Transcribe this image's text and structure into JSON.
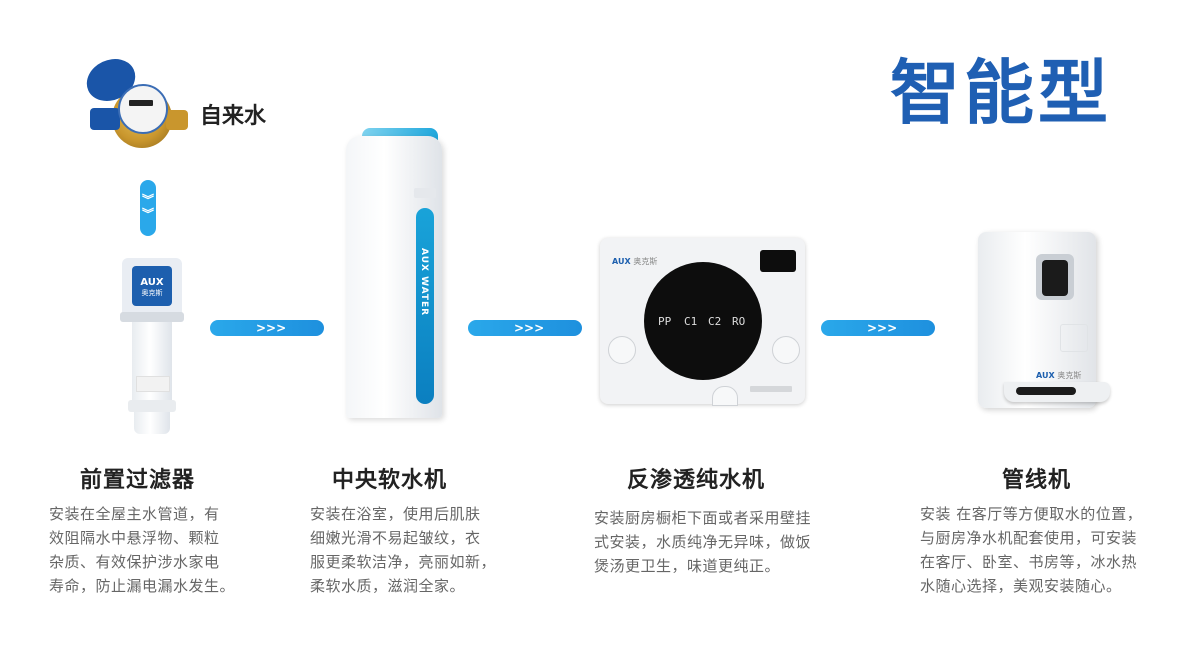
{
  "main_title": "智能型",
  "source": {
    "label": "自来水"
  },
  "steps": [
    {
      "heading": "前置过滤器",
      "description": [
        "安装在全屋主水管道，有",
        "效阻隔水中悬浮物、颗粒",
        "杂质、有效保护涉水家电",
        "寿命，防止漏电漏水发生。"
      ],
      "brand_logo": "AUX",
      "brand_name": "奥克斯"
    },
    {
      "heading": "中央软水机",
      "description": [
        "安装在浴室，使用后肌肤",
        "细嫩光滑不易起皱纹，衣",
        "服更柔软洁净，亮丽如新，",
        "柔软水质，滋润全家。"
      ],
      "product_text": "AUX WATER"
    },
    {
      "heading": "反渗透纯水机",
      "description": [
        "安装厨房橱柜下面或者采用壁挂",
        "式安装，水质纯净无异味，做饭",
        "煲汤更卫生，味道更纯正。"
      ],
      "brand_logo": "AUX",
      "brand_name": "奥克斯",
      "stages": [
        "PP",
        "C1",
        "C2",
        "RO"
      ]
    },
    {
      "heading": "管线机",
      "description": [
        "安装 在客厅等方便取水的位置，",
        "与厨房净水机配套使用，可安装",
        "在客厅、卧室、书房等，冰水热",
        "水随心选择，美观安装随心。"
      ],
      "brand_logo": "AUX",
      "brand_name": "奥克斯"
    }
  ],
  "colors": {
    "title": "#1f5fb3",
    "arrow": "#2aa8ea",
    "heading": "#222222",
    "desc": "#666666"
  },
  "icons": [
    "water-meter-icon",
    "flow-arrow-icon"
  ]
}
